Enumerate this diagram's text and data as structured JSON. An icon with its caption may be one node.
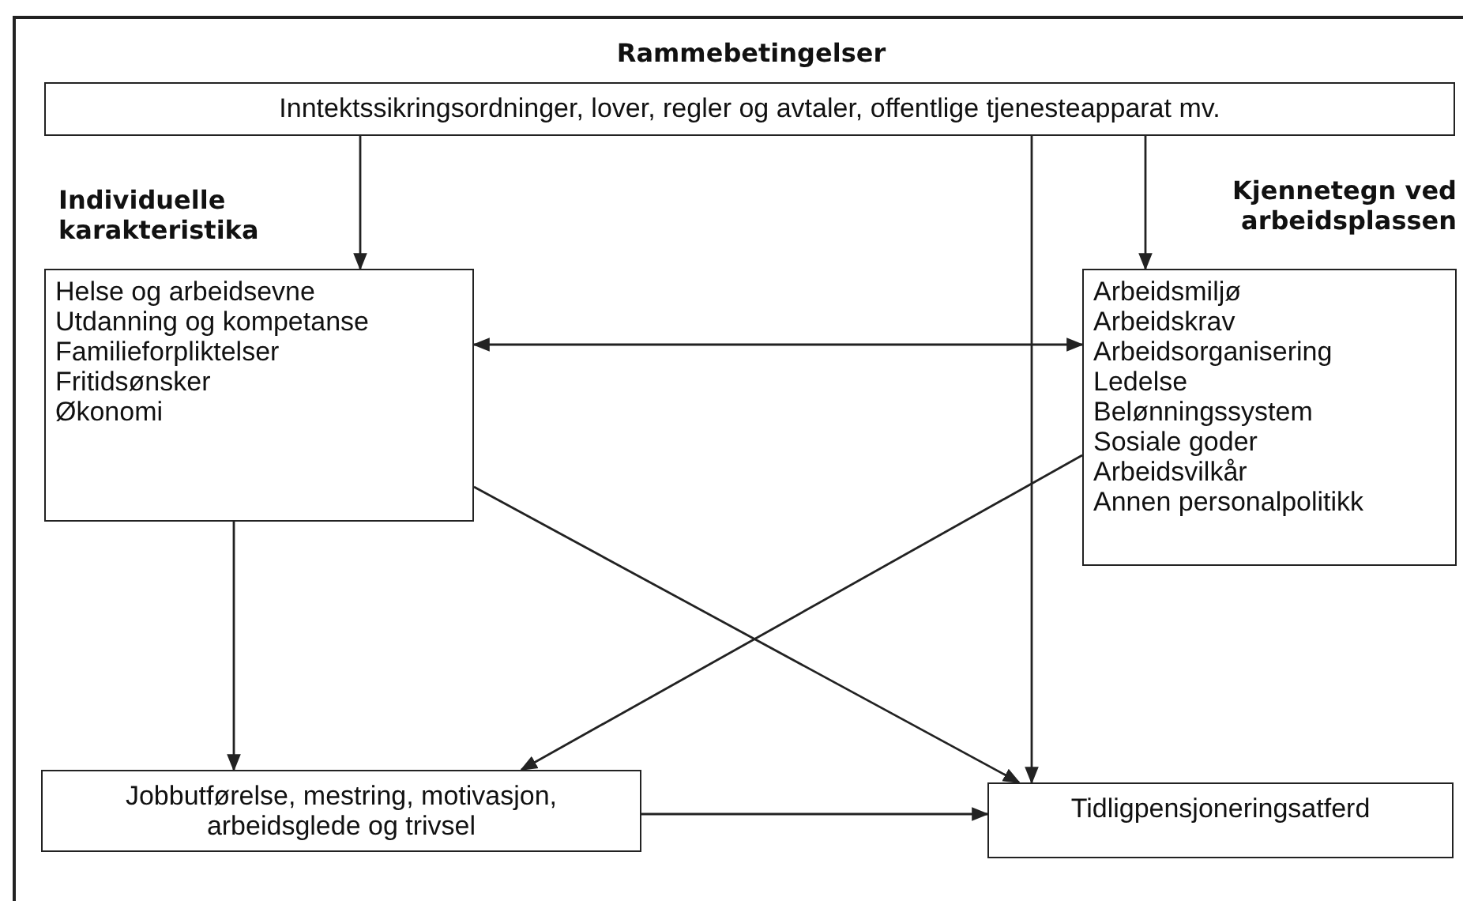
{
  "diagram": {
    "nodes": [
      {
        "text": [
          "Rammebetingelser",
          "Inntektssikringsordninger, lover, regler og avtaler, offentlige tjenesteapparat mv."
        ]
      },
      {
        "text": [
          "Individuelle karakteristika",
          "Helse og arbeidsevne",
          "Utdanning og kompetanse",
          "Familieforpliktelser",
          "Fritidsønsker",
          "Økonomi"
        ]
      },
      {
        "text": [
          "Kjennetegn ved arbeidsplassen",
          "Arbeidsmiljø",
          "Arbeidskrav",
          "Arbeidsorganisering",
          "Ledelse",
          "Belønningssystem",
          "Sosiale goder",
          "Arbeidsvilkår",
          "Annen personalpolitikk"
        ]
      },
      {
        "text": [
          "Jobbutførelse, mestring, motivasjon, arbeidsglede og trivsel"
        ]
      },
      {
        "text": [
          "Tidligpensjoneringsatferd"
        ]
      }
    ],
    "edges": [
      {
        "from": 0,
        "to": 1,
        "arrow": "to"
      },
      {
        "from": 0,
        "to": 4,
        "arrow": "to"
      },
      {
        "from": 0,
        "to": 2,
        "arrow": "to"
      },
      {
        "from": 1,
        "to": 2,
        "arrow": "both"
      },
      {
        "from": 1,
        "to": 3,
        "arrow": "to"
      },
      {
        "from": 1,
        "to": 4,
        "arrow": "to"
      },
      {
        "from": 2,
        "to": 3,
        "arrow": "to"
      },
      {
        "from": 3,
        "to": 4,
        "arrow": "to"
      }
    ]
  }
}
